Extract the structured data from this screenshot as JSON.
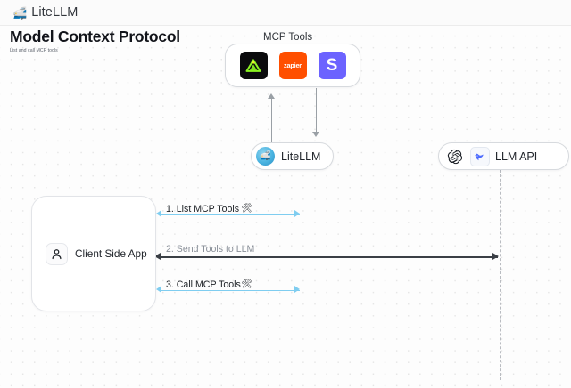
{
  "header": {
    "brand_emoji": "🚅",
    "brand_name": "LiteLLM"
  },
  "page": {
    "title": "Model Context Protocol",
    "subtitle": "List and call MCP tools"
  },
  "mcp_group": {
    "title": "MCP Tools",
    "tools": [
      {
        "name": "tool-icon-dark-triangle",
        "label": "",
        "bg": "#0b0b0d"
      },
      {
        "name": "tool-icon-zapier",
        "label": "zapier",
        "bg": "#ff4f00"
      },
      {
        "name": "tool-icon-s",
        "label": "S",
        "bg": "#6c63ff"
      }
    ]
  },
  "nodes": {
    "litellm": {
      "label": "LiteLLM",
      "avatar_icon": "litellm-avatar-icon"
    },
    "llm_api": {
      "label": "LLM API",
      "icons": [
        "openai-icon",
        "deepseek-icon"
      ]
    },
    "client": {
      "label": "Client Side App",
      "icon": "person-icon"
    }
  },
  "messages": [
    {
      "label": "1. List MCP Tools",
      "emoji": "🛠",
      "color": "#7fcdf0",
      "direction": "bidirectional",
      "style": "blue"
    },
    {
      "label": "2. Send Tools to LLM",
      "emoji": "",
      "color": "#3a3f45",
      "direction": "left",
      "style": "dark"
    },
    {
      "label": "3. Call MCP Tools",
      "emoji": "🛠",
      "color": "#7fcdf0",
      "direction": "bidirectional",
      "style": "blue"
    }
  ],
  "colors": {
    "accent_blue": "#7fcdf0",
    "dark_line": "#3a3f45",
    "lifeline": "#b9bcc1",
    "canvas_bg": "#fdfdfd"
  }
}
